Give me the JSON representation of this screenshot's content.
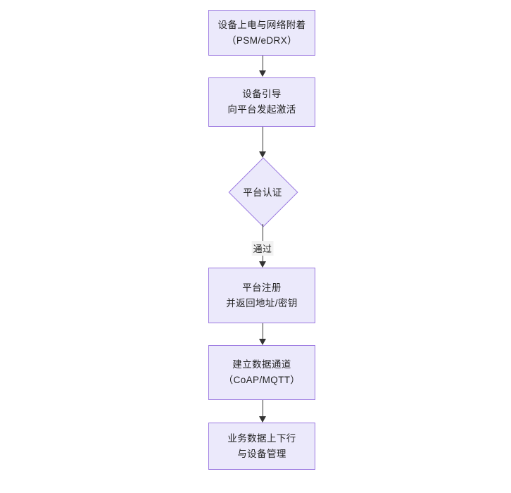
{
  "diagram": {
    "type": "flowchart",
    "orientation": "top-to-bottom",
    "background_color": "#ffffff",
    "node_fill_color": "#ebe9fb",
    "node_border_color": "#9a77e0",
    "edge_color": "#333333",
    "text_color": "#222222",
    "nodes": [
      {
        "id": "n1",
        "shape": "rectangle",
        "line1": "设备上电与网络附着",
        "line2": "（PSM/eDRX）"
      },
      {
        "id": "n2",
        "shape": "rectangle",
        "line1": "设备引导",
        "line2": "向平台发起激活"
      },
      {
        "id": "n3",
        "shape": "diamond",
        "line1": "平台认证",
        "line2": ""
      },
      {
        "id": "n4",
        "shape": "rectangle",
        "line1": "平台注册",
        "line2": "并返回地址/密钥"
      },
      {
        "id": "n5",
        "shape": "rectangle",
        "line1": "建立数据通道",
        "line2": "（CoAP/MQTT）"
      },
      {
        "id": "n6",
        "shape": "rectangle",
        "line1": "业务数据上下行",
        "line2": "与设备管理"
      }
    ],
    "edges": [
      {
        "id": "e1",
        "from": "n1",
        "to": "n2",
        "label": ""
      },
      {
        "id": "e2",
        "from": "n2",
        "to": "n3",
        "label": ""
      },
      {
        "id": "e3",
        "from": "n3",
        "to": "n4",
        "label": "通过"
      },
      {
        "id": "e4",
        "from": "n4",
        "to": "n5",
        "label": ""
      },
      {
        "id": "e5",
        "from": "n5",
        "to": "n6",
        "label": ""
      }
    ]
  }
}
